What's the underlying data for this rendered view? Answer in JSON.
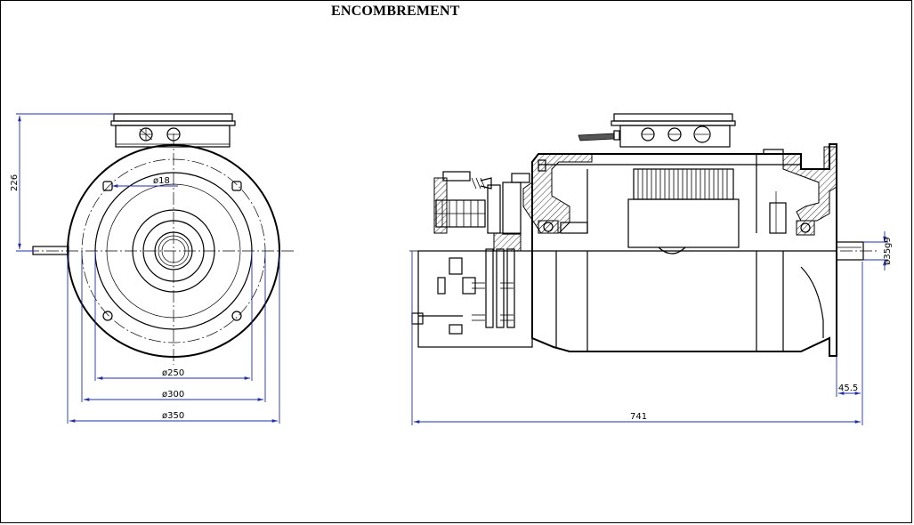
{
  "title": "ENCOMBREMENT",
  "front_view": {
    "dim_height": "226",
    "dim_hole": "ø18",
    "dim_d1": "ø250",
    "dim_d2": "ø300",
    "dim_d3": "ø350"
  },
  "side_view": {
    "dim_length": "741",
    "dim_shaft_length": "45.5",
    "dim_shaft_diameter": "ø35g9"
  },
  "colors": {
    "dimension": "#1f2ea8",
    "line": "#000000"
  }
}
